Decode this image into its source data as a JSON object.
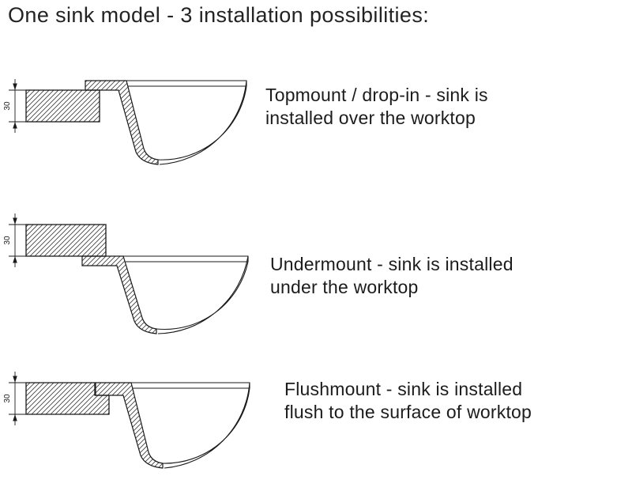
{
  "page": {
    "title": "One sink model - 3 installation possibilities:"
  },
  "colors": {
    "line": "#1a1a1a",
    "hatch": "#3a3a3a",
    "text": "#1c1c1c"
  },
  "diagrams": [
    {
      "id": "topmount",
      "dimension_label": "30",
      "caption_lines": [
        "Topmount / drop-in - sink is",
        "installed over the worktop"
      ]
    },
    {
      "id": "undermount",
      "dimension_label": "30",
      "caption_lines": [
        "Undermount - sink is installed",
        "under the worktop"
      ]
    },
    {
      "id": "flushmount",
      "dimension_label": "30",
      "caption_lines": [
        "Flushmount - sink is installed",
        "flush to the surface of worktop"
      ]
    }
  ]
}
